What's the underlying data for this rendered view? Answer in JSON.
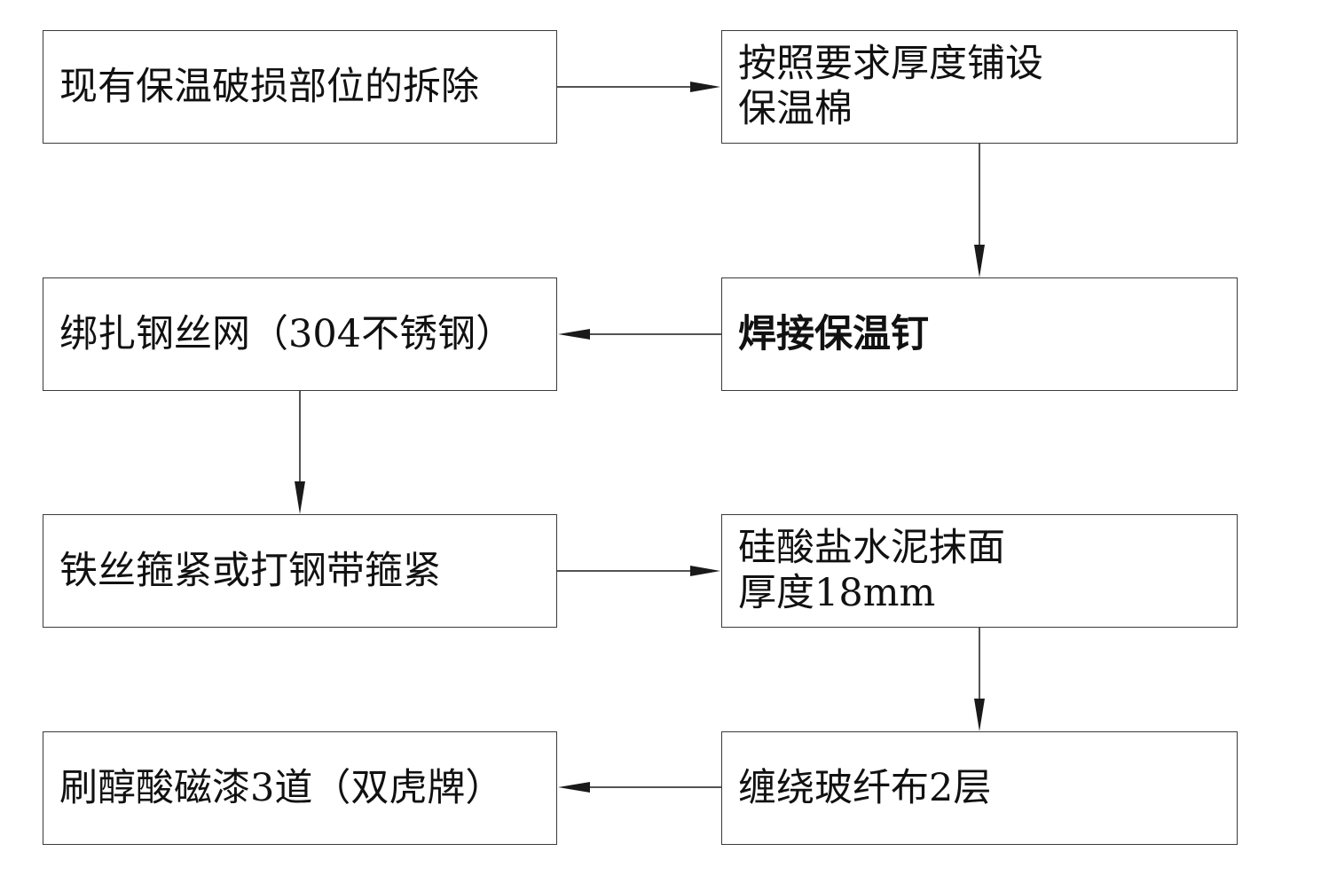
{
  "flowchart": {
    "steps": [
      {
        "id": "remove",
        "lines": [
          "现有保温破损部位的拆除"
        ]
      },
      {
        "id": "lay_wool",
        "lines": [
          "按照要求厚度铺设",
          "保温棉"
        ]
      },
      {
        "id": "weld_nails",
        "lines": [
          "焊接保温钉"
        ]
      },
      {
        "id": "bind_mesh",
        "lines": [
          "绑扎钢丝网（304不锈钢）"
        ]
      },
      {
        "id": "hoop",
        "lines": [
          "铁丝箍紧或打钢带箍紧"
        ]
      },
      {
        "id": "cement",
        "lines": [
          "硅酸盐水泥抹面",
          "厚度18mm"
        ]
      },
      {
        "id": "wrap_cloth",
        "lines": [
          "缠绕玻纤布2层"
        ]
      },
      {
        "id": "paint",
        "lines": [
          "刷醇酸磁漆3道（双虎牌）"
        ]
      }
    ],
    "connections": [
      {
        "from": "remove",
        "to": "lay_wool"
      },
      {
        "from": "lay_wool",
        "to": "weld_nails"
      },
      {
        "from": "weld_nails",
        "to": "bind_mesh"
      },
      {
        "from": "bind_mesh",
        "to": "hoop"
      },
      {
        "from": "hoop",
        "to": "cement"
      },
      {
        "from": "cement",
        "to": "wrap_cloth"
      },
      {
        "from": "wrap_cloth",
        "to": "paint"
      }
    ],
    "colors": {
      "border": "#3a3a3a",
      "text": "#111111",
      "arrow": "#1a1a1a",
      "background": "#ffffff"
    }
  }
}
